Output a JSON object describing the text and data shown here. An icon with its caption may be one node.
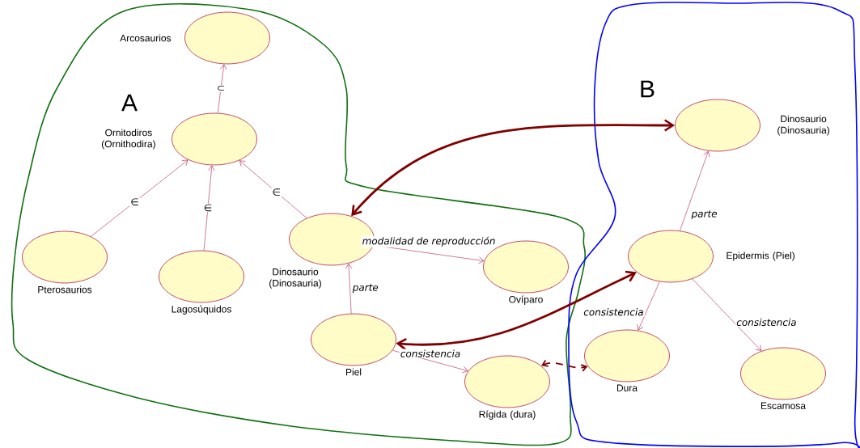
{
  "diagram": {
    "nodes": [
      {
        "text": [
          "A"
        ]
      },
      {
        "text": [
          "Arcosaurios"
        ],
        "in": 0
      },
      {
        "text": [
          "Ornitodiros (Ornithodira)"
        ],
        "in": 0
      },
      {
        "text": [
          "Pterosaurios"
        ],
        "in": 0
      },
      {
        "text": [
          "Lagosúquidos"
        ],
        "in": 0
      },
      {
        "text": [
          "Dinosaurio (Dinosauria)"
        ],
        "in": 0
      },
      {
        "text": [
          "Ovíparo"
        ],
        "in": 0
      },
      {
        "text": [
          "Piel"
        ],
        "in": 0
      },
      {
        "text": [
          "Rígida (dura)"
        ],
        "in": 0
      },
      {
        "text": [
          "B"
        ]
      },
      {
        "text": [
          "Dinosaurio (Dinosauria)"
        ],
        "in": 9
      },
      {
        "text": [
          "Epidermis (Piel)"
        ],
        "in": 9
      },
      {
        "text": [
          "Dura"
        ],
        "in": 9
      },
      {
        "text": [
          "Escamosa"
        ],
        "in": 9
      }
    ],
    "edges": [
      {
        "from": 2,
        "to": 1,
        "arrow": "to",
        "label": "⊂"
      },
      {
        "from": 3,
        "to": 2,
        "arrow": "to",
        "label": "∈"
      },
      {
        "from": 4,
        "to": 2,
        "arrow": "to",
        "label": "∈"
      },
      {
        "from": 5,
        "to": 2,
        "arrow": "to",
        "label": "∈"
      },
      {
        "from": 5,
        "to": 6,
        "arrow": "to",
        "label": "modalidad de reproducción"
      },
      {
        "from": 7,
        "to": 5,
        "arrow": "to",
        "label": "parte"
      },
      {
        "from": 7,
        "to": 8,
        "arrow": "to",
        "label": "consistencia"
      },
      {
        "from": 11,
        "to": 10,
        "arrow": "to",
        "label": "parte"
      },
      {
        "from": 11,
        "to": 12,
        "arrow": "to",
        "label": "consistencia"
      },
      {
        "from": 11,
        "to": 13,
        "arrow": "to",
        "label": "consistencia"
      },
      {
        "from": 5,
        "to": 10,
        "arrow": "both",
        "style": "thick",
        "color": "#800000"
      },
      {
        "from": 7,
        "to": 11,
        "arrow": "both",
        "style": "thick",
        "color": "#800000"
      },
      {
        "from": 8,
        "to": 12,
        "arrow": "both",
        "style": "dashed",
        "color": "#800000"
      }
    ]
  }
}
